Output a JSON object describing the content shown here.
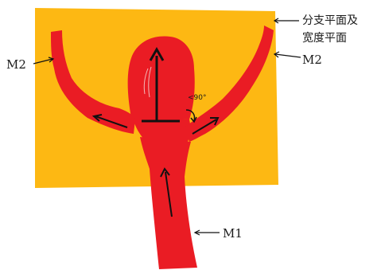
{
  "labels": {
    "plane_line1": "分支平面及",
    "plane_line2": "宽度平面",
    "m2_left": "M2",
    "m2_right": "M2",
    "m1": "M1",
    "angle": "<90°"
  },
  "colors": {
    "plane": "#FDB813",
    "vessel": "#EA1C24",
    "ink": "#111111",
    "text": "#1a1a1a"
  }
}
